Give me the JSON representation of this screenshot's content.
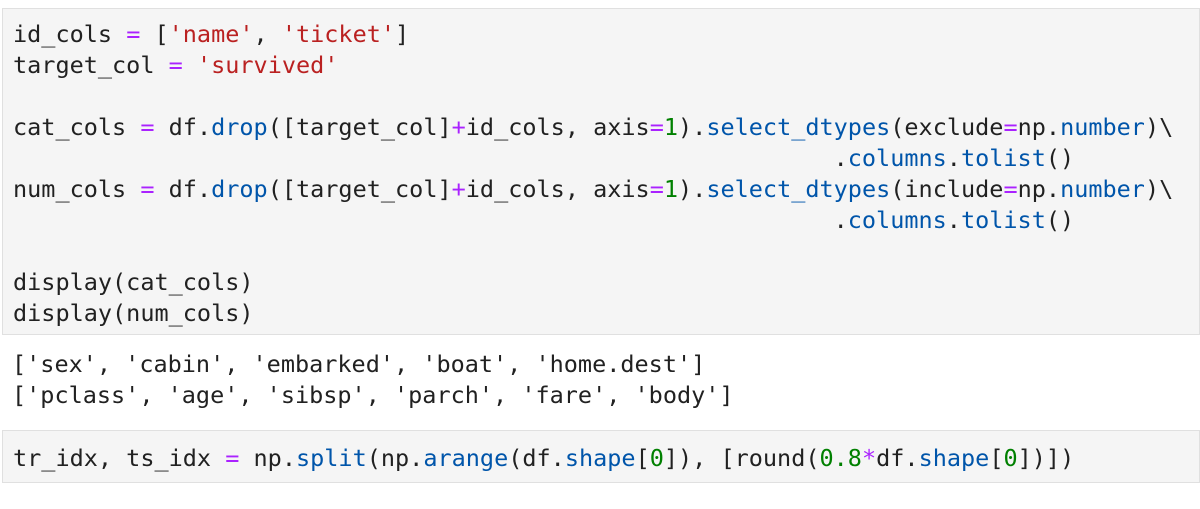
{
  "cells": [
    {
      "kind": "input",
      "lines": [
        [
          [
            "plain",
            "id_cols "
          ],
          [
            "op",
            "="
          ],
          [
            "plain",
            " ["
          ],
          [
            "str",
            "'name'"
          ],
          [
            "plain",
            ", "
          ],
          [
            "str",
            "'ticket'"
          ],
          [
            "plain",
            "]"
          ]
        ],
        [
          [
            "plain",
            "target_col "
          ],
          [
            "op",
            "="
          ],
          [
            "plain",
            " "
          ],
          [
            "str",
            "'survived'"
          ]
        ],
        [],
        [
          [
            "plain",
            "cat_cols "
          ],
          [
            "op",
            "="
          ],
          [
            "plain",
            " df."
          ],
          [
            "attr",
            "drop"
          ],
          [
            "plain",
            "([target_col]"
          ],
          [
            "op",
            "+"
          ],
          [
            "plain",
            "id_cols, axis"
          ],
          [
            "op",
            "="
          ],
          [
            "num",
            "1"
          ],
          [
            "plain",
            ")."
          ],
          [
            "attr",
            "select_dtypes"
          ],
          [
            "plain",
            "(exclude"
          ],
          [
            "op",
            "="
          ],
          [
            "plain",
            "np."
          ],
          [
            "attr",
            "number"
          ],
          [
            "plain",
            ")\\"
          ]
        ],
        [
          [
            "plain",
            "                                                          ."
          ],
          [
            "attr",
            "columns"
          ],
          [
            "plain",
            "."
          ],
          [
            "attr",
            "tolist"
          ],
          [
            "plain",
            "()"
          ]
        ],
        [
          [
            "plain",
            "num_cols "
          ],
          [
            "op",
            "="
          ],
          [
            "plain",
            " df."
          ],
          [
            "attr",
            "drop"
          ],
          [
            "plain",
            "([target_col]"
          ],
          [
            "op",
            "+"
          ],
          [
            "plain",
            "id_cols, axis"
          ],
          [
            "op",
            "="
          ],
          [
            "num",
            "1"
          ],
          [
            "plain",
            ")."
          ],
          [
            "attr",
            "select_dtypes"
          ],
          [
            "plain",
            "(include"
          ],
          [
            "op",
            "="
          ],
          [
            "plain",
            "np."
          ],
          [
            "attr",
            "number"
          ],
          [
            "plain",
            ")\\"
          ]
        ],
        [
          [
            "plain",
            "                                                          ."
          ],
          [
            "attr",
            "columns"
          ],
          [
            "plain",
            "."
          ],
          [
            "attr",
            "tolist"
          ],
          [
            "plain",
            "()"
          ]
        ],
        [],
        [
          [
            "plain",
            "display(cat_cols)"
          ]
        ],
        [
          [
            "plain",
            "display(num_cols)"
          ]
        ]
      ]
    },
    {
      "kind": "output",
      "lines": [
        [
          [
            "plain",
            "['sex', 'cabin', 'embarked', 'boat', 'home.dest']"
          ]
        ],
        [
          [
            "plain",
            "['pclass', 'age', 'sibsp', 'parch', 'fare', 'body']"
          ]
        ]
      ]
    },
    {
      "kind": "input",
      "lines": [
        [
          [
            "plain",
            "tr_idx, ts_idx "
          ],
          [
            "op",
            "="
          ],
          [
            "plain",
            " np."
          ],
          [
            "attr",
            "split"
          ],
          [
            "plain",
            "(np."
          ],
          [
            "attr",
            "arange"
          ],
          [
            "plain",
            "(df."
          ],
          [
            "attr",
            "shape"
          ],
          [
            "plain",
            "["
          ],
          [
            "num",
            "0"
          ],
          [
            "plain",
            "]), [round("
          ],
          [
            "num",
            "0.8"
          ],
          [
            "op",
            "*"
          ],
          [
            "plain",
            "df."
          ],
          [
            "attr",
            "shape"
          ],
          [
            "plain",
            "["
          ],
          [
            "num",
            "0"
          ],
          [
            "plain",
            "])])"
          ]
        ]
      ]
    }
  ]
}
